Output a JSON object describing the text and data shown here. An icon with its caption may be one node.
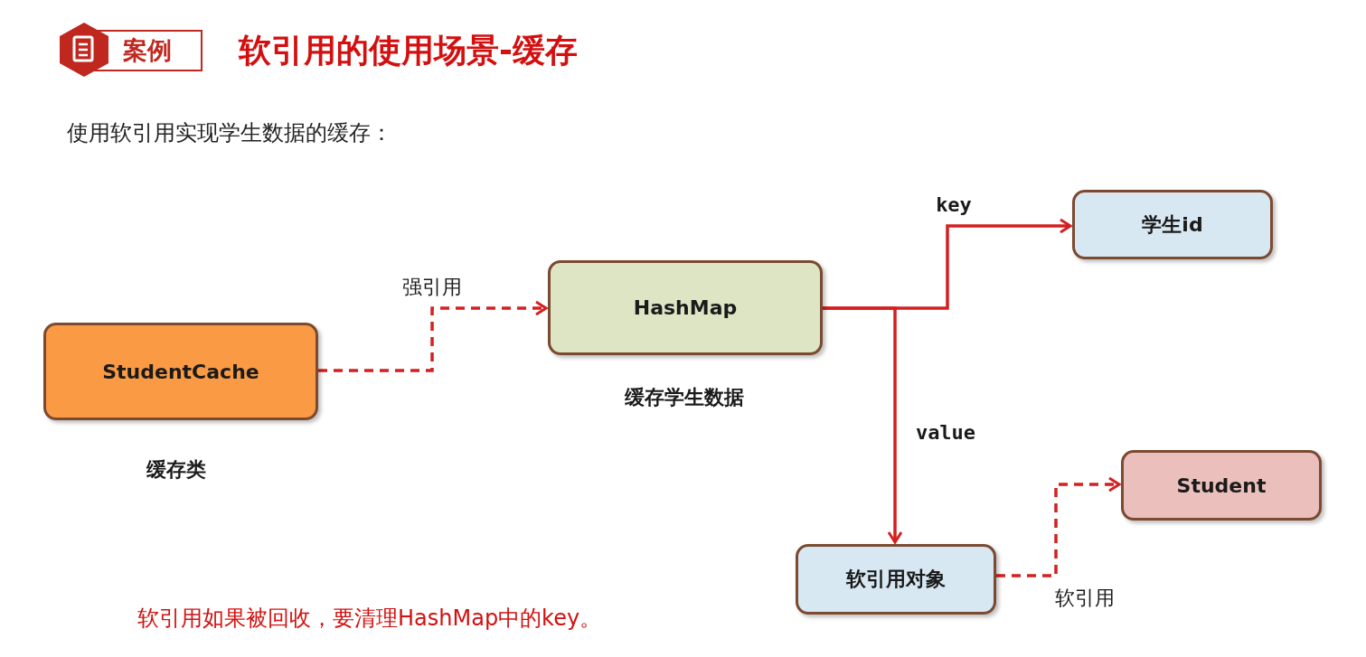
{
  "diagram": {
    "title": "软引用的使用场景-缓存",
    "nodes": [
      {
        "text": [
          "StudentCache"
        ],
        "beside": [
          "缓存类"
        ]
      },
      {
        "text": [
          "HashMap"
        ],
        "beside": [
          "缓存学生数据"
        ]
      },
      {
        "text": [
          "学生id"
        ]
      },
      {
        "text": [
          "Student"
        ]
      },
      {
        "text": [
          "软引用对象"
        ]
      }
    ],
    "edges": [
      {
        "from": 0,
        "to": 1,
        "arrow": "to",
        "label": "强引用",
        "style": "dashed"
      },
      {
        "from": 1,
        "to": 2,
        "arrow": "to",
        "label": "key"
      },
      {
        "from": 1,
        "to": 4,
        "arrow": "to",
        "label": "value"
      },
      {
        "from": 4,
        "to": 3,
        "arrow": "to",
        "label": "软引用",
        "style": "dashed"
      }
    ],
    "labels": [
      "案例",
      "使用软引用实现学生数据的缓存：",
      "软引用如果被回收，要清理HashMap中的key。"
    ]
  }
}
